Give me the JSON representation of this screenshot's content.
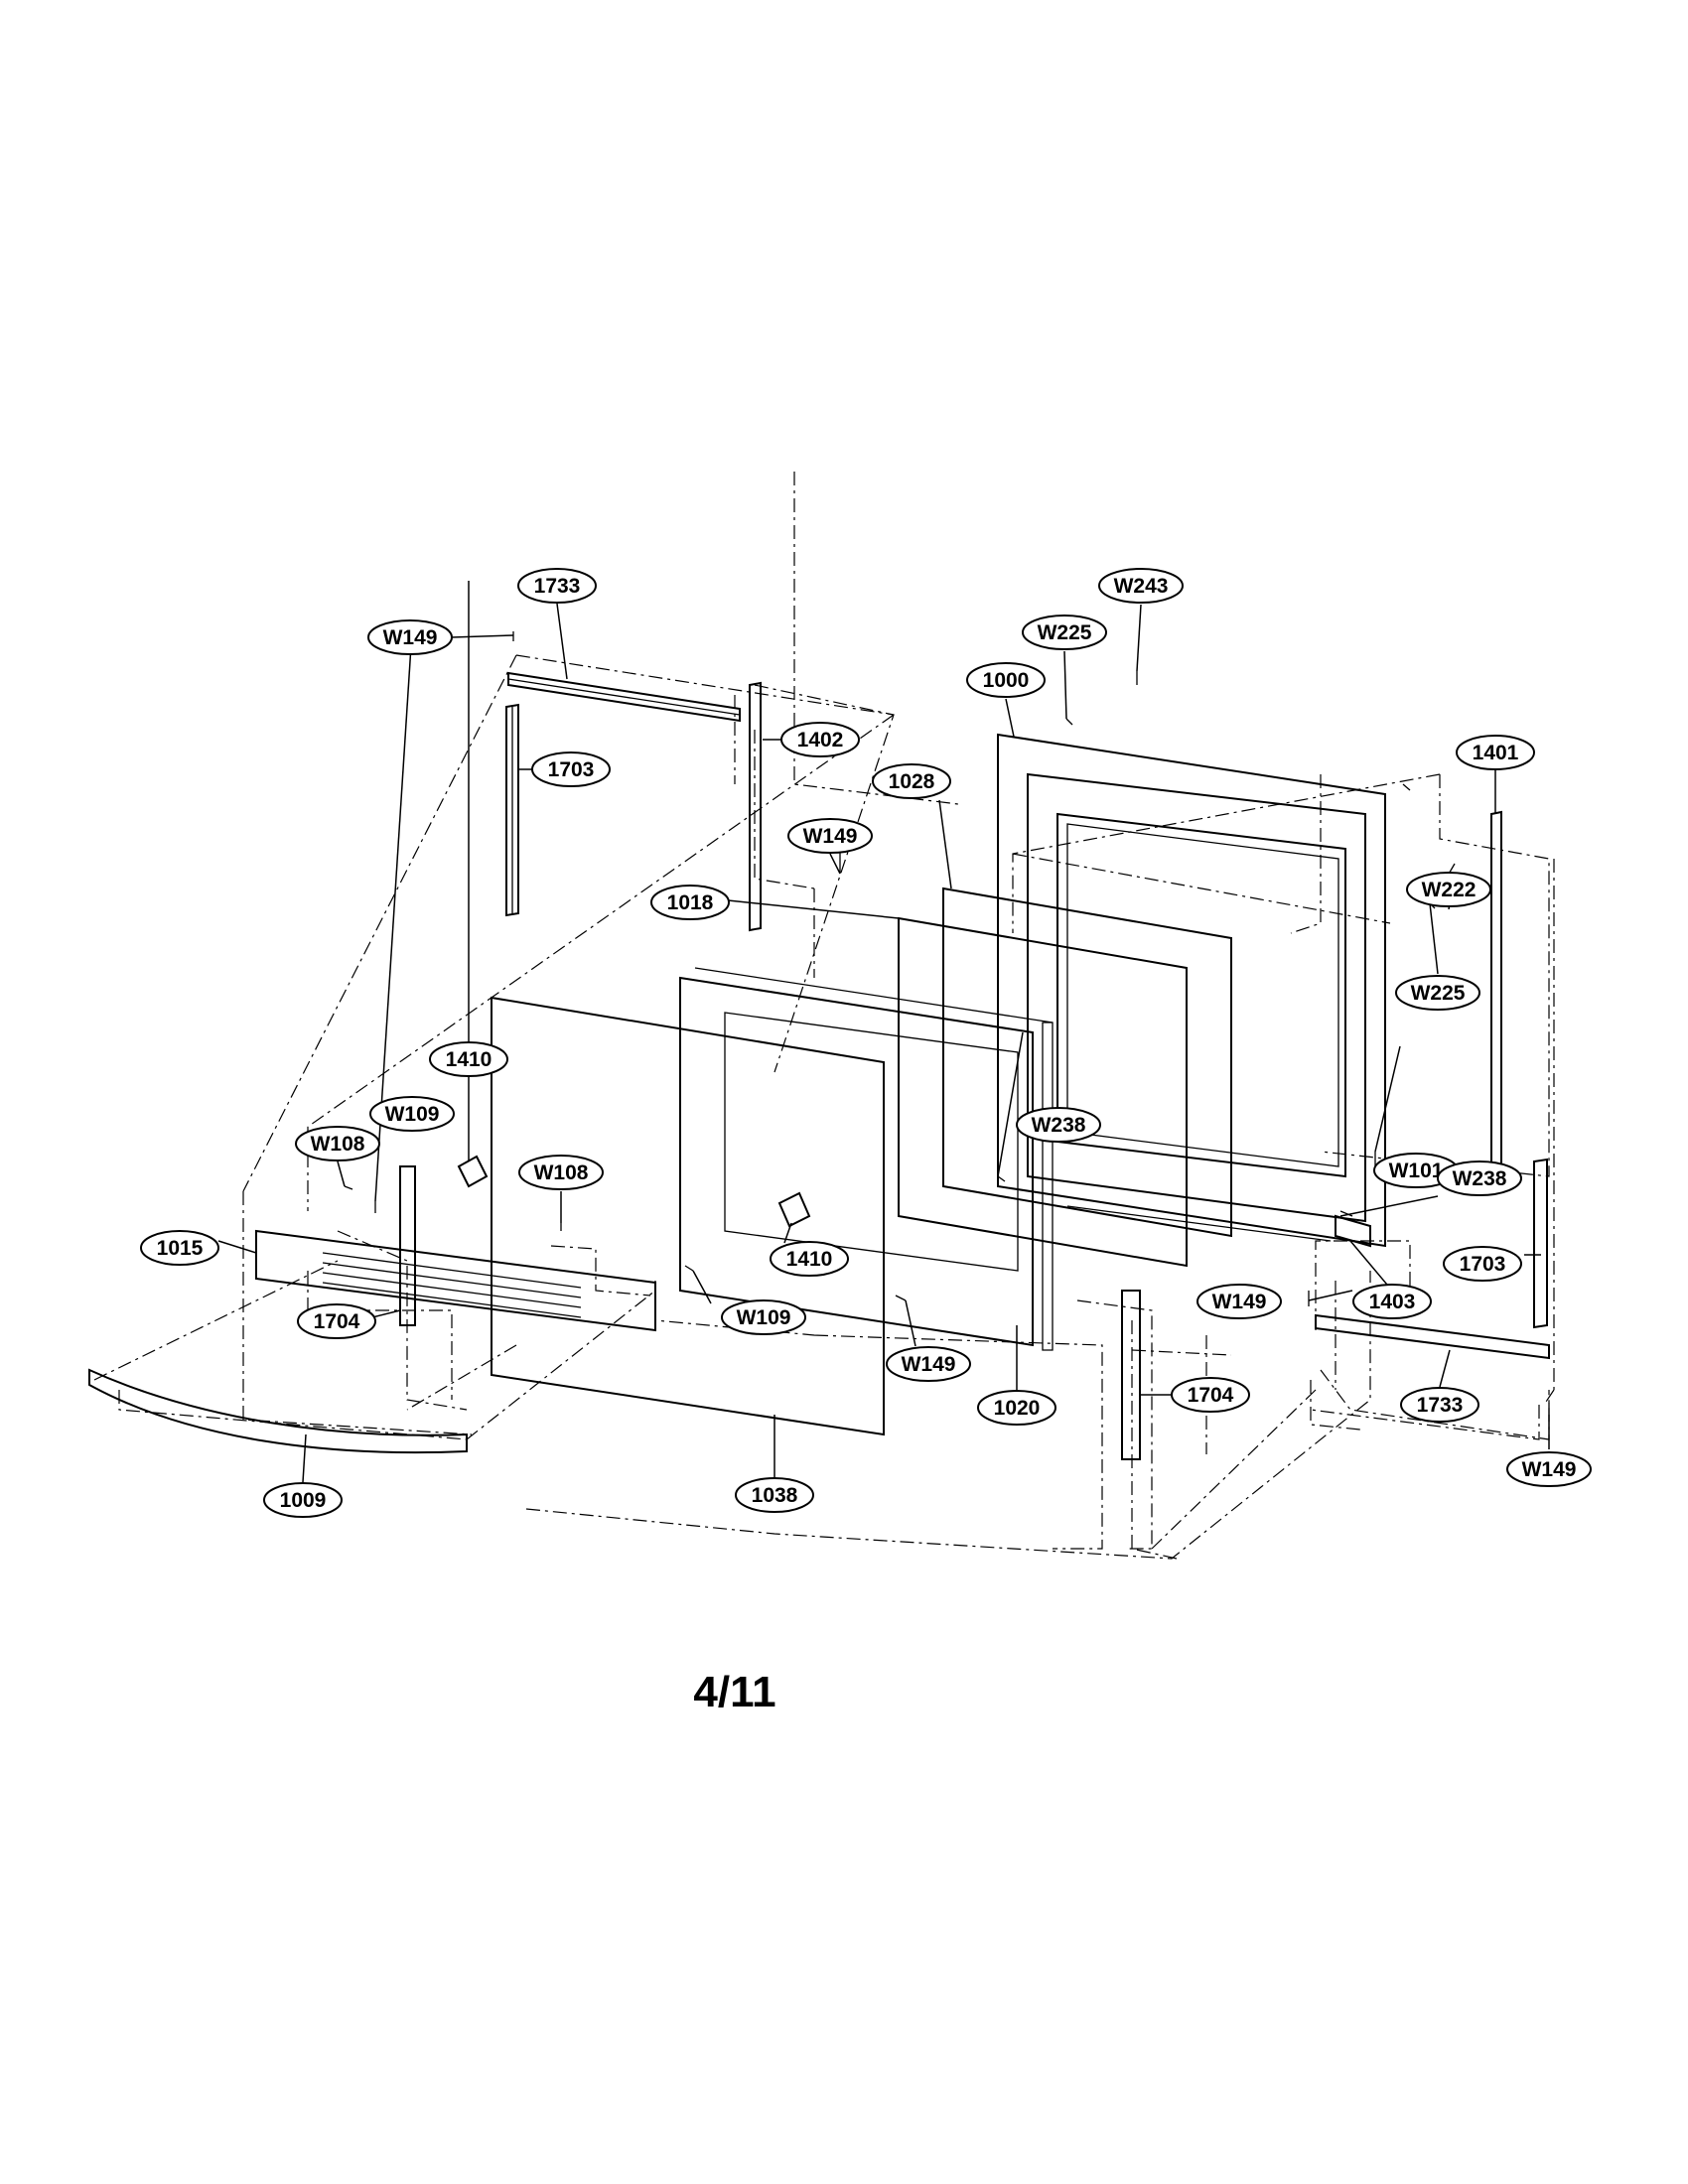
{
  "page_number": "4/11",
  "callouts": [
    {
      "label": "W149"
    },
    {
      "label": "1733"
    },
    {
      "label": "1703"
    },
    {
      "label": "1402"
    },
    {
      "label": "W243"
    },
    {
      "label": "W225"
    },
    {
      "label": "1000"
    },
    {
      "label": "1028"
    },
    {
      "label": "1401"
    },
    {
      "label": "W149"
    },
    {
      "label": "1018"
    },
    {
      "label": "W222"
    },
    {
      "label": "W225"
    },
    {
      "label": "1410"
    },
    {
      "label": "W109"
    },
    {
      "label": "W108"
    },
    {
      "label": "W238"
    },
    {
      "label": "W101"
    },
    {
      "label": "W108"
    },
    {
      "label": "1015"
    },
    {
      "label": "W238"
    },
    {
      "label": "1410"
    },
    {
      "label": "1703"
    },
    {
      "label": "W109"
    },
    {
      "label": "W149"
    },
    {
      "label": "1403"
    },
    {
      "label": "1704"
    },
    {
      "label": "W149"
    },
    {
      "label": "1704"
    },
    {
      "label": "1733"
    },
    {
      "label": "1020"
    },
    {
      "label": "1009"
    },
    {
      "label": "1038"
    },
    {
      "label": "W149"
    }
  ]
}
